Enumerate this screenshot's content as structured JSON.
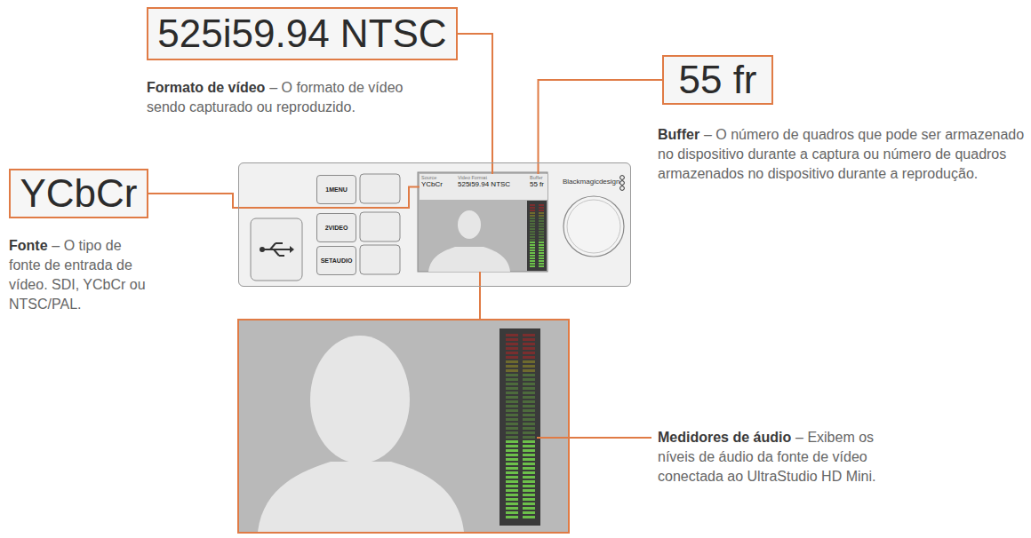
{
  "diagram": {
    "nodes": [
      {
        "text": [
          "525i59.94 NTSC"
        ]
      },
      {
        "text": [
          "55 fr"
        ]
      },
      {
        "text": [
          "YCbCr"
        ]
      },
      {
        "text": [
          "Blackmagicdesign"
        ]
      },
      {
        "text": [
          "1MENU"
        ],
        "in": 3
      },
      {
        "text": [
          "2VIDEO"
        ],
        "in": 3
      },
      {
        "text": [
          "SETAUDIO"
        ],
        "in": 3
      },
      {
        "text": [
          "Source",
          "YCbCr"
        ],
        "in": 3
      },
      {
        "text": [
          "Video Format",
          "525i59.94 NTSC"
        ],
        "in": 3
      },
      {
        "text": [
          "Buffer",
          "55 fr"
        ],
        "in": 3
      }
    ],
    "edges": [
      {
        "from": 0,
        "to": 8,
        "arrow": "none"
      },
      {
        "from": 1,
        "to": 9,
        "arrow": "none"
      },
      {
        "from": 2,
        "to": 7,
        "arrow": "none"
      }
    ],
    "labels": [
      "Formato de vídeo",
      "– O formato de vídeo sendo capturado ou reproduzido.",
      "Buffer",
      "– O número de quadros que pode ser armazenado no dispositivo durante a captura ou número de quadros armazenados no dispositivo durante a reprodução.",
      "Fonte",
      "– O tipo de fonte de entrada de vídeo. SDI, YCbCr ou NTSC/PAL.",
      "Medidores de áudio",
      "– Exibem os níveis de áudio da fonte de vídeo conectada ao UltraStudio HD Mini."
    ]
  }
}
